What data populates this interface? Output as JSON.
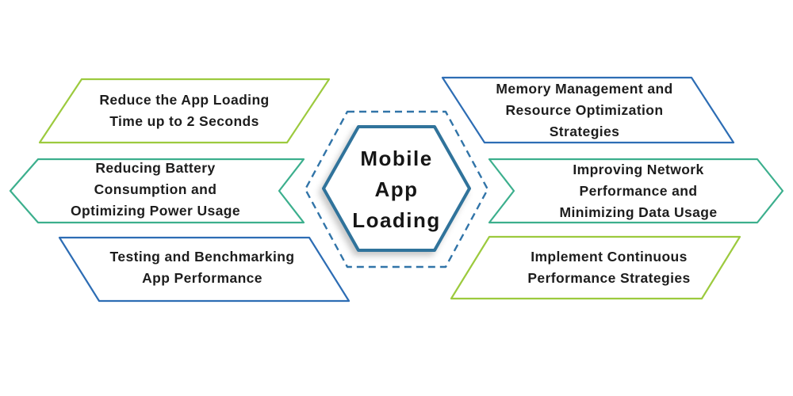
{
  "colors": {
    "lime": "#9CCA3E",
    "teal": "#3CAF8D",
    "blue": "#2D6DB4",
    "hex_border": "#30739B",
    "hex_dashed": "#3174A8",
    "text": "#1D1D1D",
    "background": "#FFFFFF"
  },
  "center": {
    "title_lines": [
      "Mobile",
      "App",
      "Loading"
    ]
  },
  "items": [
    {
      "id": "reduce-loading-time",
      "position": "top-left",
      "shape": "parallelogram",
      "color": "#9CCA3E",
      "lines": [
        "Reduce the App Loading",
        "Time up to 2 Seconds"
      ]
    },
    {
      "id": "reducing-battery",
      "position": "middle-left",
      "shape": "arrow-left",
      "color": "#3CAF8D",
      "lines": [
        "Reducing Battery",
        "Consumption and",
        "Optimizing Power Usage"
      ]
    },
    {
      "id": "testing-benchmarking",
      "position": "bottom-left",
      "shape": "parallelogram",
      "color": "#2D6DB4",
      "lines": [
        "Testing and Benchmarking",
        "App Performance"
      ]
    },
    {
      "id": "memory-management",
      "position": "top-right",
      "shape": "parallelogram",
      "color": "#2D6DB4",
      "lines": [
        "Memory Management and",
        "Resource Optimization",
        "Strategies"
      ]
    },
    {
      "id": "improving-network",
      "position": "middle-right",
      "shape": "arrow-right",
      "color": "#3CAF8D",
      "lines": [
        "Improving Network",
        "Performance and",
        "Minimizing Data Usage"
      ]
    },
    {
      "id": "continuous-performance",
      "position": "bottom-right",
      "shape": "parallelogram",
      "color": "#9CCA3E",
      "lines": [
        "Implement Continuous",
        "Performance Strategies"
      ]
    }
  ]
}
